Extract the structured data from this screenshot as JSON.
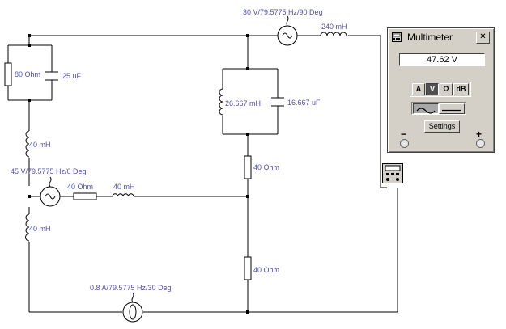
{
  "circuit": {
    "labels": {
      "src_top": "30 V/79.5775 Hz/90 Deg",
      "ind_top": "240 mH",
      "res_left_top": "80  Ohm",
      "cap_left_top": "25 uF",
      "ind_mid_parallel": "26.667 mH",
      "cap_mid_parallel": "16.667 uF",
      "ind_left_1": "40 mH",
      "res_mid_1": "40  Ohm",
      "src_left": "45 V/79.5775 Hz/0 Deg",
      "res_src_left": "40  Ohm",
      "ind_src_left": "40 mH",
      "ind_left_2": "40 mH",
      "res_mid_2": "40  Ohm",
      "src_bottom": "0.8  A/79.5775 Hz/30 Deg"
    },
    "wire_color": "#000000",
    "label_color": "#5050b0"
  },
  "multimeter": {
    "title": "Multimeter",
    "close_label": "✕",
    "reading": "47.62  V",
    "modes": [
      "A",
      "V",
      "Ω",
      "dB"
    ],
    "active_mode": "V",
    "coupling": [
      "ac-wave",
      "dc-line"
    ],
    "active_coupling": "ac-wave",
    "settings_label": "Settings",
    "minus_label": "−",
    "plus_label": "+"
  }
}
